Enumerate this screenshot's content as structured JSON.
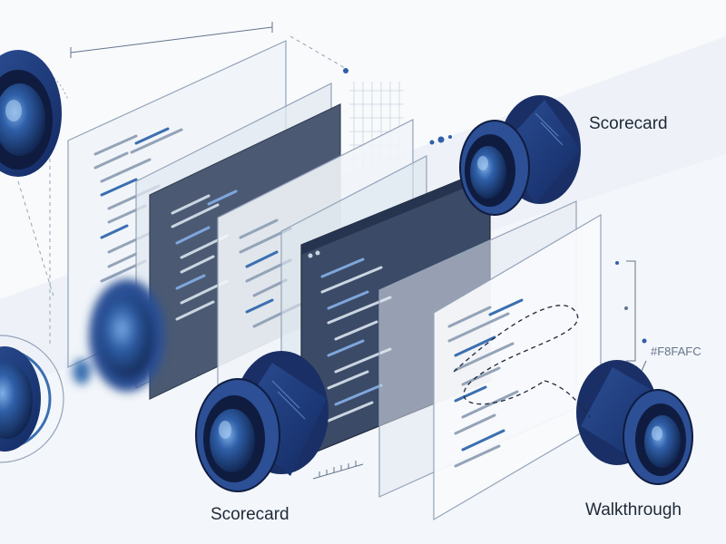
{
  "labels": {
    "top_right": "Scorecard",
    "bottom_left": "Scorecard",
    "bottom_right": "Walkthrough"
  },
  "annotation": {
    "hex_code": "#F8FAFC"
  },
  "colors": {
    "background": "#F8FAFC",
    "lens_blue": "#1e3a8a",
    "lens_dark": "#0f172a",
    "panel_light": "#f1f5f9",
    "panel_dark": "#475569",
    "panel_navy": "#334155",
    "code_blue": "#3b6fb0",
    "code_gray": "#94a3b8"
  }
}
